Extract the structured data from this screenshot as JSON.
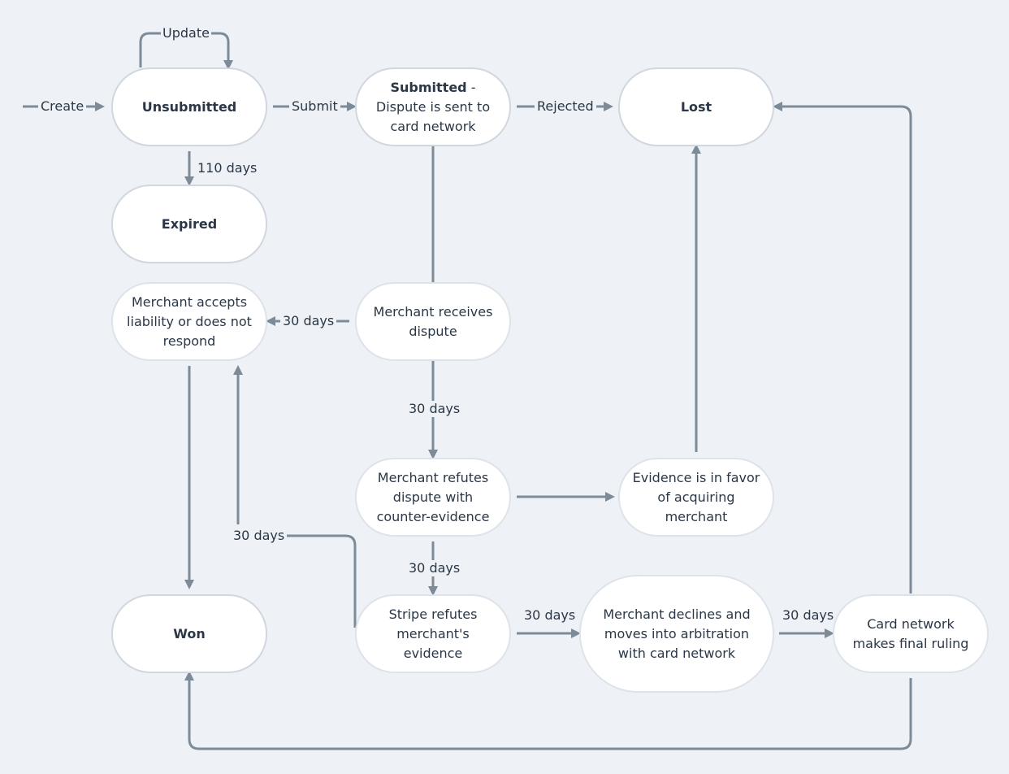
{
  "colors": {
    "background": "#eef2f6",
    "edge": "#7d8b99",
    "node_fill": "#ffffff",
    "node_border": "#cfd7df",
    "text": "#2b3746"
  },
  "nodes": {
    "unsubmitted": {
      "label": "Unsubmitted"
    },
    "submitted": {
      "bold": "Submitted",
      "rest": " - Dispute is sent to card network"
    },
    "lost": {
      "label": "Lost"
    },
    "expired": {
      "label": "Expired"
    },
    "merchant_accepts": {
      "label": "Merchant accepts liability or does not respond"
    },
    "merchant_receives": {
      "label": "Merchant receives dispute"
    },
    "merchant_refutes": {
      "label": "Merchant refutes dispute with counter-evidence"
    },
    "evidence_favor": {
      "label": "Evidence is in favor of acquiring merchant"
    },
    "won": {
      "label": "Won"
    },
    "stripe_refutes": {
      "label": "Stripe refutes merchant's evidence"
    },
    "merchant_declines": {
      "label": "Merchant declines and moves into arbitration with card network"
    },
    "card_network": {
      "label": "Card network makes final ruling"
    }
  },
  "edge_labels": {
    "update": "Update",
    "create": "Create",
    "submit": "Submit",
    "rejected": "Rejected",
    "days_110": "110 days",
    "days_30_accepts": "30 days",
    "days_30_refutes": "30 days",
    "days_30_stripe": "30 days",
    "days_30_loop": "30 days",
    "days_30_arbitration": "30 days",
    "days_30_ruling": "30 days"
  }
}
